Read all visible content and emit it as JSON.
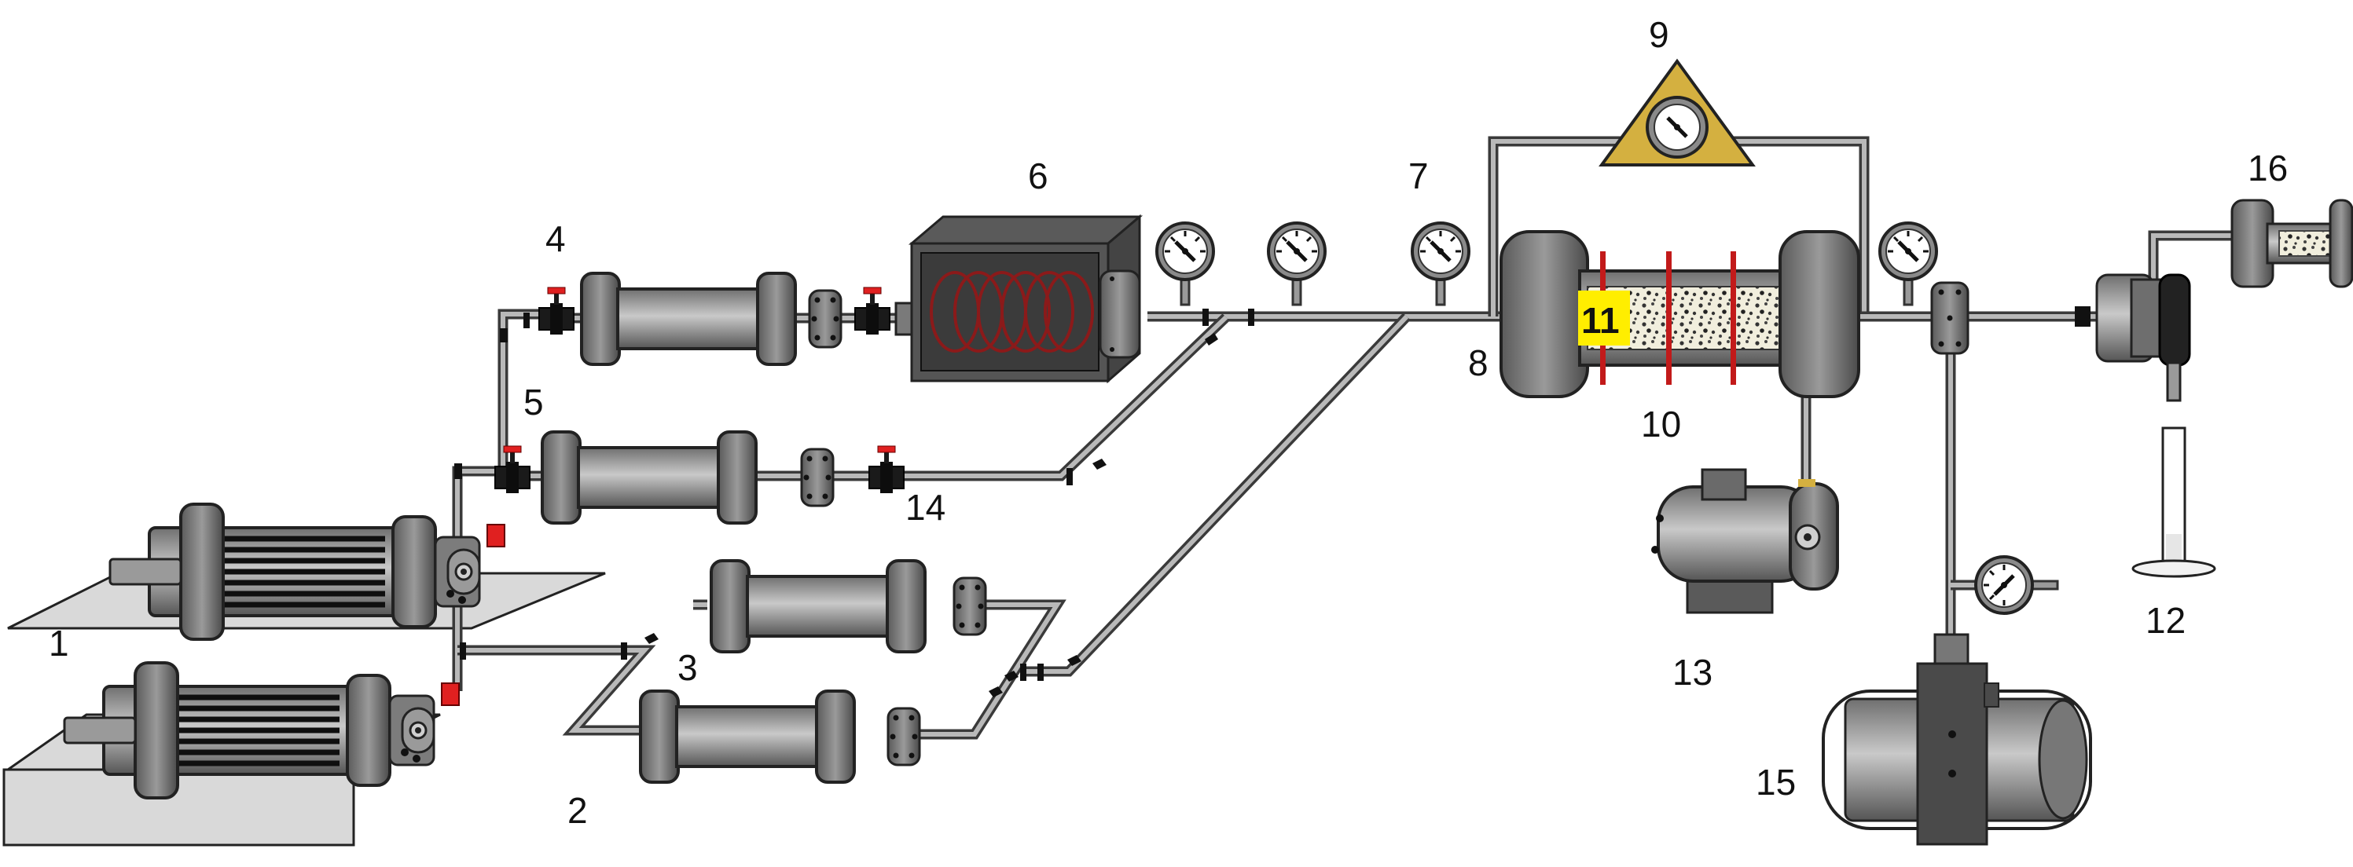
{
  "diagram": {
    "labels": {
      "l1": "1",
      "l2": "2",
      "l3": "3",
      "l4": "4",
      "l5": "5",
      "l6": "6",
      "l7": "7",
      "l8": "8",
      "l9": "9",
      "l10": "10",
      "l11": "11",
      "l12": "12",
      "l13": "13",
      "l14": "14",
      "l15": "15",
      "l16": "16"
    },
    "colors": {
      "pipe_outline": "#3a3a3a",
      "pipe_fill": "#b9b9b9",
      "component_gray": "#8c8c8c",
      "valve_red": "#e02020",
      "highlight_yellow": "#ffee00",
      "heater_coil": "#8b1a1a",
      "triangle_gold": "#d4b040",
      "base_plate": "#d9d9d9"
    }
  }
}
